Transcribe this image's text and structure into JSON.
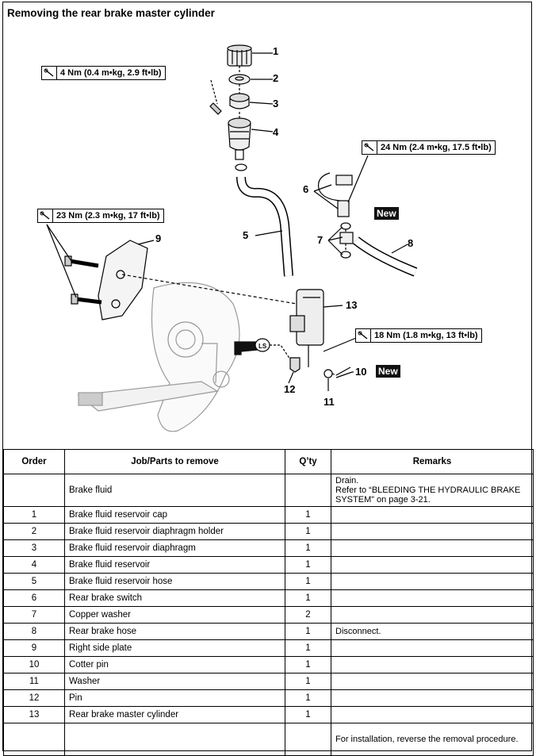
{
  "title": "Removing the rear brake master cylinder",
  "torques": [
    {
      "value": "4 Nm (0.4 m•kg, 2.9 ft•lb)"
    },
    {
      "value": "24 Nm (2.4 m•kg, 17.5 ft•lb)"
    },
    {
      "value": "23 Nm (2.3 m•kg, 17 ft•lb)"
    },
    {
      "value": "18 Nm (1.8 m•kg, 13 ft•lb)"
    }
  ],
  "callouts": [
    "1",
    "2",
    "3",
    "4",
    "5",
    "6",
    "7",
    "8",
    "9",
    "10",
    "11",
    "12",
    "13"
  ],
  "new_label": "New",
  "ls_label": "LS",
  "table": {
    "headers": [
      "Order",
      "Job/Parts to remove",
      "Q’ty",
      "Remarks"
    ],
    "rows": [
      {
        "order": "",
        "part": "Brake fluid",
        "qty": "",
        "remarks": "Drain.\nRefer to “BLEEDING THE HYDRAULIC BRAKE SYSTEM” on page 3-21."
      },
      {
        "order": "1",
        "part": "Brake fluid reservoir cap",
        "qty": "1",
        "remarks": ""
      },
      {
        "order": "2",
        "part": "Brake fluid reservoir diaphragm holder",
        "qty": "1",
        "remarks": ""
      },
      {
        "order": "3",
        "part": "Brake fluid reservoir diaphragm",
        "qty": "1",
        "remarks": ""
      },
      {
        "order": "4",
        "part": "Brake fluid reservoir",
        "qty": "1",
        "remarks": ""
      },
      {
        "order": "5",
        "part": "Brake fluid reservoir hose",
        "qty": "1",
        "remarks": ""
      },
      {
        "order": "6",
        "part": "Rear brake switch",
        "qty": "1",
        "remarks": ""
      },
      {
        "order": "7",
        "part": "Copper washer",
        "qty": "2",
        "remarks": ""
      },
      {
        "order": "8",
        "part": "Rear brake hose",
        "qty": "1",
        "remarks": "Disconnect."
      },
      {
        "order": "9",
        "part": "Right side plate",
        "qty": "1",
        "remarks": ""
      },
      {
        "order": "10",
        "part": "Cotter pin",
        "qty": "1",
        "remarks": ""
      },
      {
        "order": "11",
        "part": "Washer",
        "qty": "1",
        "remarks": ""
      },
      {
        "order": "12",
        "part": "Pin",
        "qty": "1",
        "remarks": ""
      },
      {
        "order": "13",
        "part": "Rear brake master cylinder",
        "qty": "1",
        "remarks": ""
      },
      {
        "order": "",
        "part": "",
        "qty": "",
        "remarks": "For installation, reverse the removal procedure."
      }
    ]
  }
}
